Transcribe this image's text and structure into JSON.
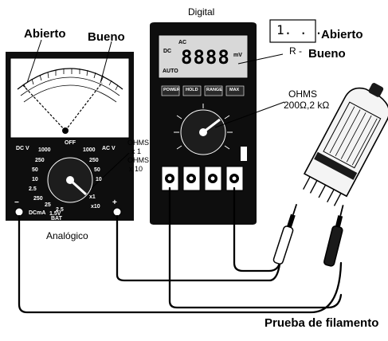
{
  "labels": {
    "digital_title": "Digital",
    "analog_open": "Abierto",
    "analog_good": "Bueno",
    "analog_title": "Analógico",
    "digital_open": "Abierto",
    "digital_open_display": "1. . .",
    "digital_good_prefix": "R -",
    "digital_good": "Bueno",
    "ohms_digital_line1": "OHMS",
    "ohms_digital_line2": "200Ω,2 kΩ",
    "ohms_analog_line1": "OHMS",
    "ohms_analog_line2": "x 1",
    "ohms_analog_line3": "OHMS",
    "ohms_analog_line4": "x 10",
    "filament_test": "Prueba de filamento"
  },
  "analog_meter": {
    "dial_marks": [
      "DC V",
      "1000",
      "250",
      "50",
      "10",
      "2.5",
      "OFF",
      "1000",
      "250",
      "50",
      "10",
      "AC V",
      "DCmA",
      "250",
      "25",
      "2.5",
      "x1",
      "x10",
      "1.5V",
      "BAT"
    ]
  },
  "digital_meter": {
    "display": "8888",
    "display_annotations": [
      "DC",
      "AC",
      "AUTO",
      "mV"
    ],
    "keys": [
      "POWER",
      "HOLD",
      "RANGE",
      "MAX"
    ]
  },
  "colors": {
    "ink": "#000000",
    "paper": "#ffffff",
    "meter_body": "#0e0e0e",
    "lcd": "#d8d8d8"
  }
}
